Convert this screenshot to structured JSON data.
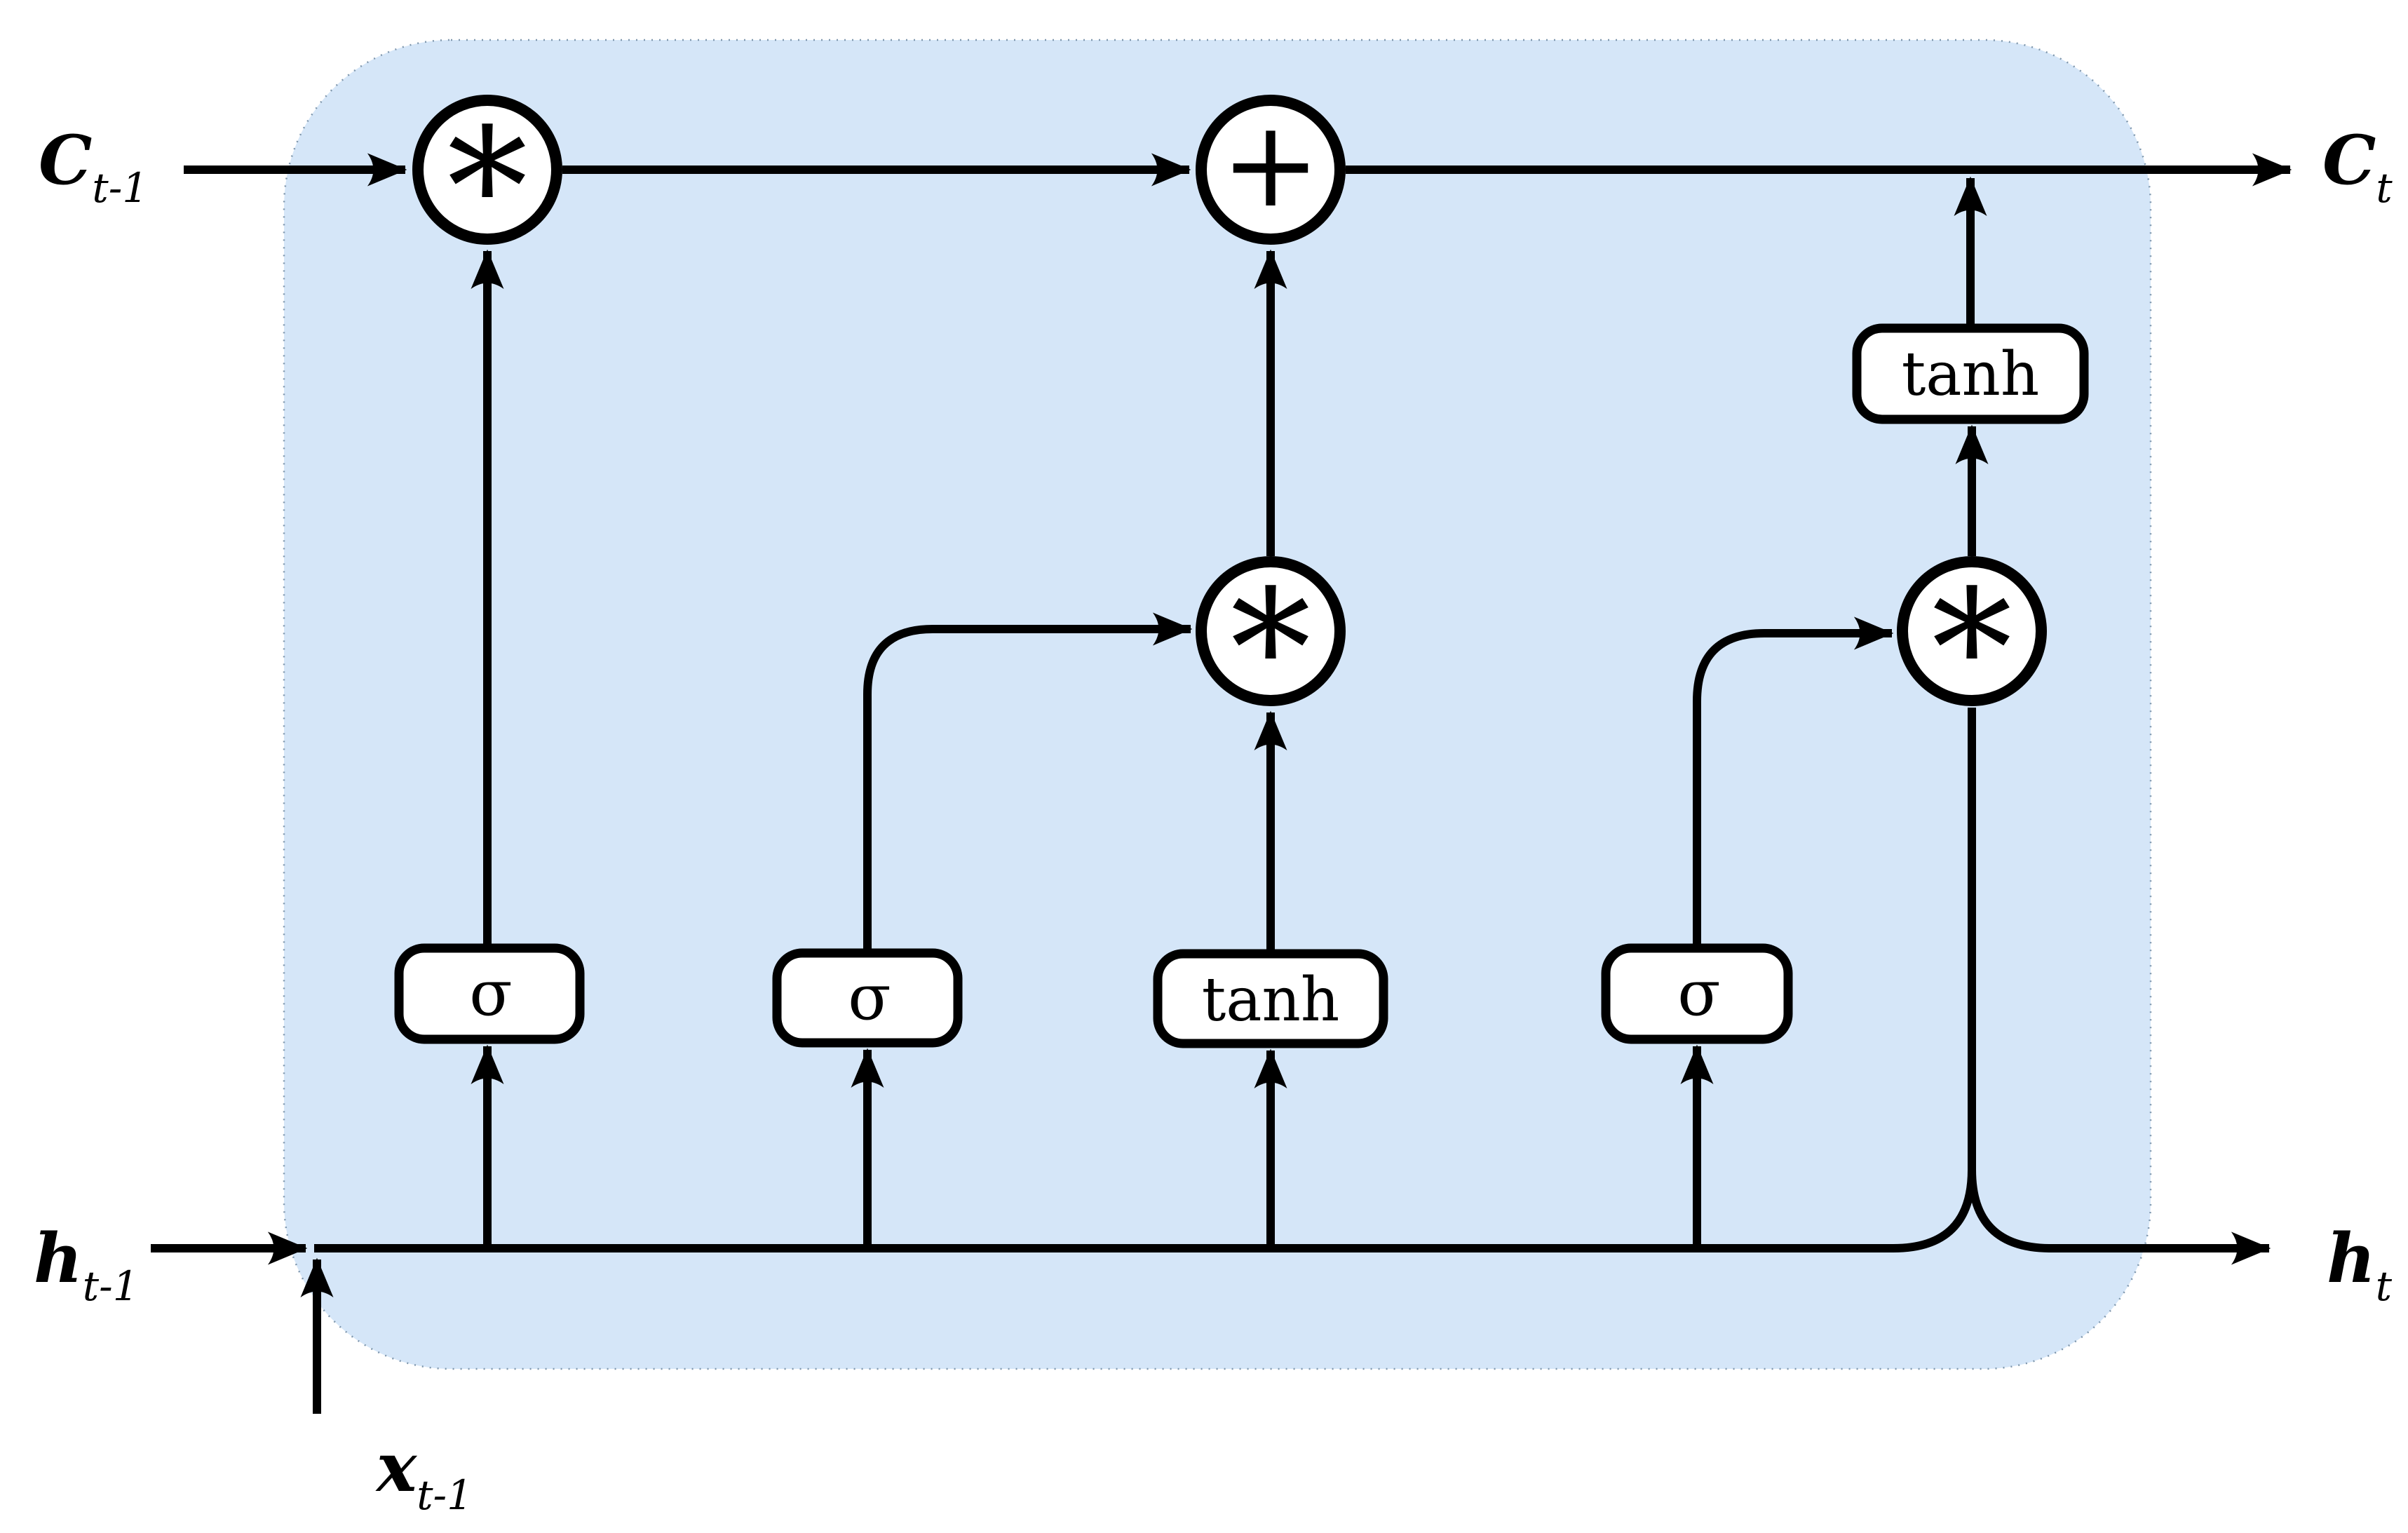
{
  "diagram": {
    "kind": "lstm-cell-diagram",
    "colors": {
      "cell_background": "#d5e6f8",
      "cell_edge_dots": "#7f97ad",
      "node_fill": "#ffffff",
      "line": "#000000"
    },
    "io": {
      "c_prev_main": "C",
      "c_prev_sub": "t-1",
      "c_next_main": "C",
      "c_next_sub": "t",
      "h_prev_main": "h",
      "h_prev_sub": "t-1",
      "h_next_main": "h",
      "h_next_sub": "t",
      "x_input_main": "x",
      "x_input_sub": "t-1"
    },
    "gates": {
      "forget_gate": "σ",
      "input_gate": "σ",
      "candidate_gate": "tanh",
      "output_gate": "σ",
      "output_activation": "tanh"
    },
    "operators": {
      "forget_multiply": "*",
      "cell_add": "+",
      "input_multiply": "*",
      "output_multiply": "*"
    }
  }
}
